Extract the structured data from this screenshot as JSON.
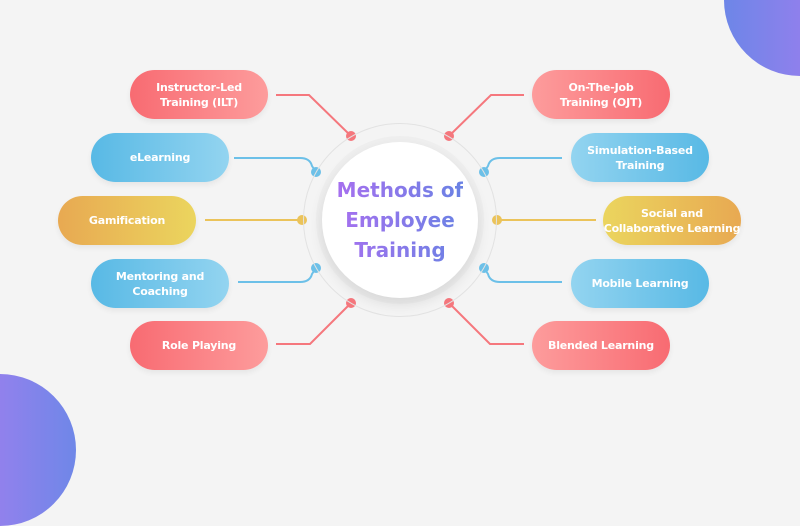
{
  "title": {
    "lines": [
      "Methods of",
      "Employee",
      "Training"
    ]
  },
  "colors": {
    "background": "#f4f4f4",
    "red": "#f86b72",
    "blue": "#58b9e5",
    "yellow": "#e8a952",
    "title_gradient_start": "#a670ef",
    "title_gradient_end": "#6a82e4",
    "corner_gradient_start": "#6d86e8",
    "corner_gradient_end": "#b07af0"
  },
  "left_methods": [
    {
      "lines": [
        "Instructor-Led",
        "Training (ILT)"
      ],
      "color": "red"
    },
    {
      "lines": [
        "eLearning"
      ],
      "color": "blue"
    },
    {
      "lines": [
        "Gamification"
      ],
      "color": "yellow"
    },
    {
      "lines": [
        "Mentoring and",
        "Coaching"
      ],
      "color": "blue"
    },
    {
      "lines": [
        "Role Playing"
      ],
      "color": "red"
    }
  ],
  "right_methods": [
    {
      "lines": [
        "On-The-Job",
        "Training (OJT)"
      ],
      "color": "red"
    },
    {
      "lines": [
        "Simulation-Based",
        "Training"
      ],
      "color": "blue"
    },
    {
      "lines": [
        "Social and",
        "Collaborative Learning"
      ],
      "color": "yellow"
    },
    {
      "lines": [
        "Mobile Learning"
      ],
      "color": "blue"
    },
    {
      "lines": [
        "Blended Learning"
      ],
      "color": "red"
    }
  ]
}
